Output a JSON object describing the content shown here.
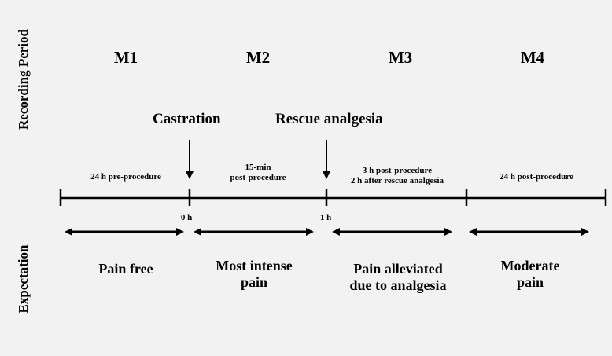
{
  "axis_labels": {
    "recording_period": "Recording Period",
    "expectation": "Expectation"
  },
  "phases": [
    "M1",
    "M2",
    "M3",
    "M4"
  ],
  "events": {
    "castration": "Castration",
    "rescue_analgesia": "Rescue analgesia"
  },
  "interval_labels": {
    "m1": [
      "24 h pre-procedure"
    ],
    "m2": [
      "15-min",
      "post-procedure"
    ],
    "m3": [
      "3 h post-procedure",
      "2 h after rescue analgesia"
    ],
    "m4": [
      "24 h post-procedure"
    ]
  },
  "tick_labels": {
    "t0": "0 h",
    "t1": "1 h"
  },
  "expectations": {
    "m1": [
      "Pain free"
    ],
    "m2": [
      "Most intense",
      "pain"
    ],
    "m3": [
      "Pain alleviated",
      "due to analgesia"
    ],
    "m4": [
      "Moderate",
      "pain"
    ]
  }
}
